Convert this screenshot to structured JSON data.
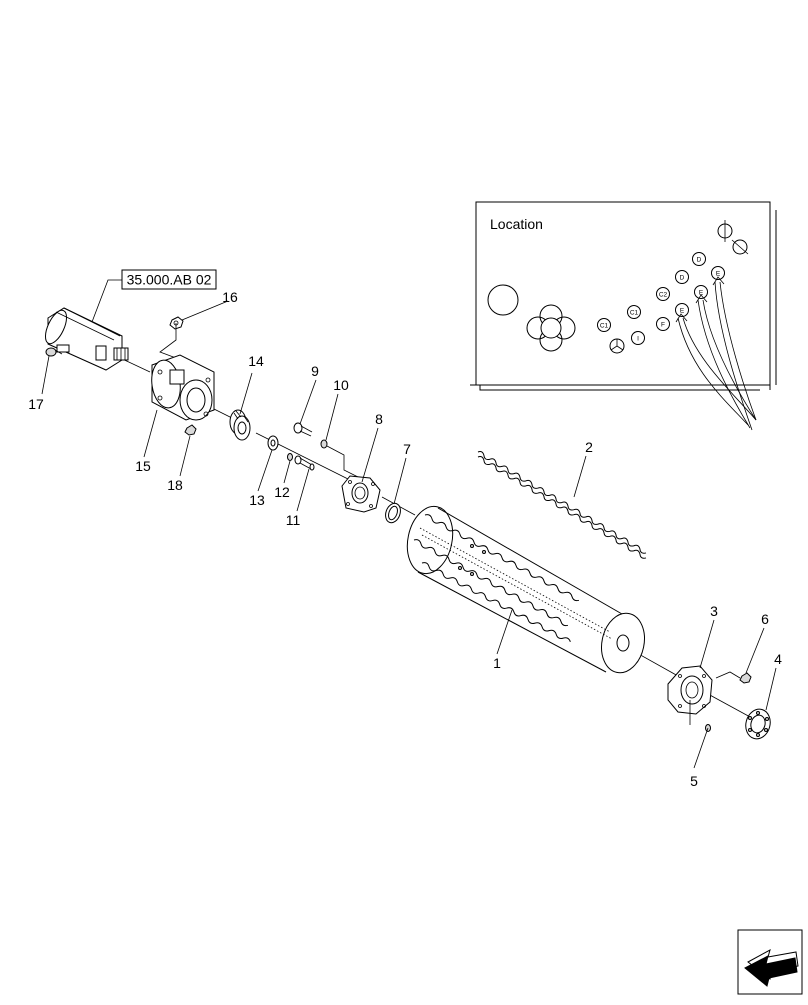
{
  "reference_box": {
    "label": "35.000.AB 02"
  },
  "location_panel": {
    "title": "Location",
    "markers": [
      "D",
      "D",
      "E",
      "E",
      "E",
      "C2",
      "C1",
      "C1",
      "F",
      "I"
    ]
  },
  "callouts": [
    "1",
    "2",
    "3",
    "4",
    "5",
    "6",
    "7",
    "8",
    "9",
    "10",
    "11",
    "12",
    "13",
    "14",
    "15",
    "16",
    "17",
    "18"
  ]
}
